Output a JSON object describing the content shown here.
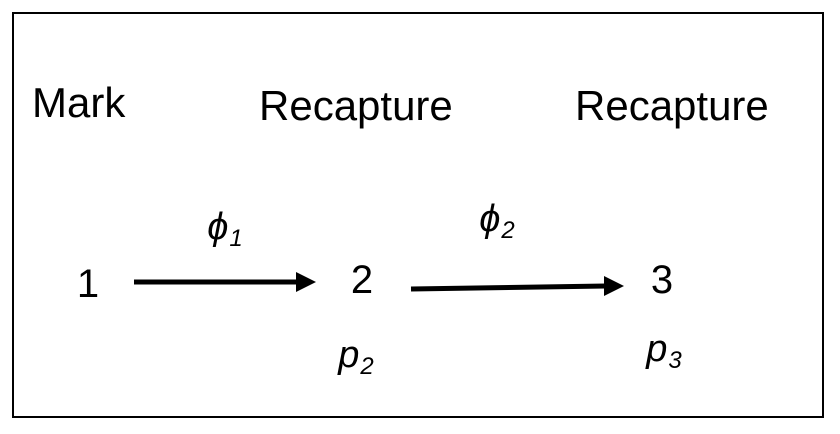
{
  "headings": [
    "Mark",
    "Recapture",
    "Recapture"
  ],
  "occasions": [
    "1",
    "2",
    "3"
  ],
  "transitions": [
    {
      "symbol": "ϕ",
      "subscript": "1"
    },
    {
      "symbol": "ϕ",
      "subscript": "2"
    }
  ],
  "detection": [
    {
      "symbol": "p",
      "subscript": "2"
    },
    {
      "symbol": "p",
      "subscript": "3"
    }
  ],
  "colors": {
    "stroke": "#000000",
    "background": "#ffffff"
  }
}
